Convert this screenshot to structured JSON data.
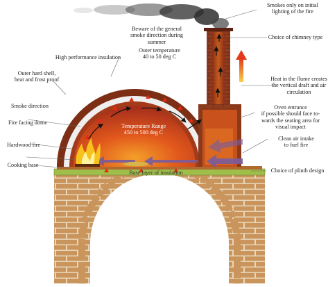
{
  "labels": {
    "smoke_initial": "Smokes only on initial\nlighting of the fire",
    "smoke_beware": "Beware of the general\nsmoke direction during\nsummer",
    "chimney_type": "Choice of chimney type",
    "outer_temp": "Outer temperature\n40 to 50 deg C",
    "high_perf": "High performance insulation",
    "outer_shell": "Outer hard shell,\nheat and frost proof",
    "smoke_dir": "Smoke direction",
    "fire_dome": "Fire facing dome",
    "hardwood": "Hardwood fire",
    "cooking_base": "Cooking base",
    "heat_flume": "Heat in the flume creates\nthe vertical draft and air\ncirculation",
    "oven_entrance": "Oven entrance\nif possible should face to-\nwards the seating area for\nvisual impact",
    "clean_air": "Clean air intake\nto fuel fire",
    "plinth": "Choice of plinth design",
    "temp_range": "Temperature Range\n450 to 500 deg C",
    "base_insulation": "Base layer of insulation"
  },
  "colors": {
    "brick": "#c9955d",
    "mortar": "#e9d6b8",
    "shell": "#8a3a1a",
    "insulation": "#eeeeee",
    "chamber": "#e2591c",
    "flame": "#f6c21c",
    "base_band": "#9fbe4a",
    "chimney": "#8a3a1f",
    "leader": "#666666"
  }
}
